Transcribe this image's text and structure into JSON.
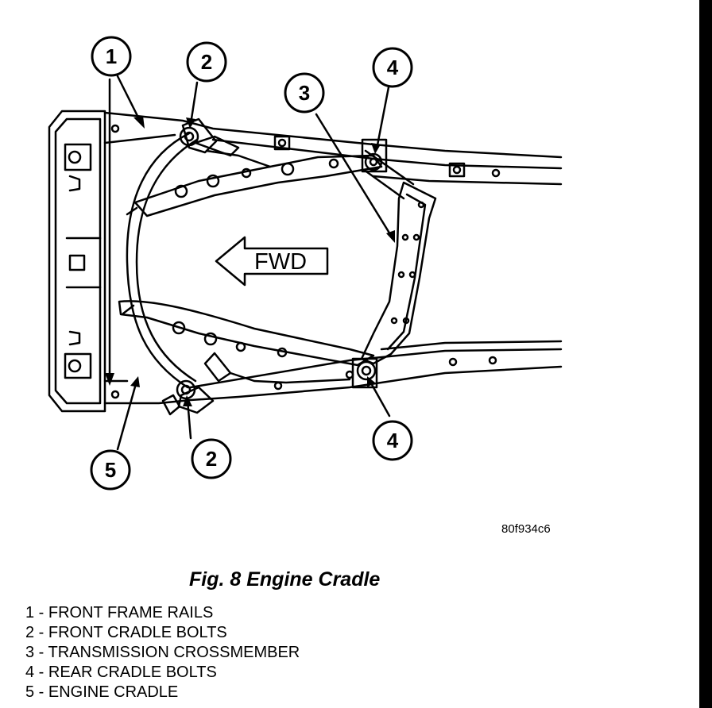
{
  "figure": {
    "caption": "Fig. 8 Engine Cradle",
    "image_code": "80f934c6",
    "direction_label": "FWD"
  },
  "callouts": [
    {
      "number": "1"
    },
    {
      "number": "2"
    },
    {
      "number": "3"
    },
    {
      "number": "4"
    },
    {
      "number": "2"
    },
    {
      "number": "4"
    },
    {
      "number": "5"
    }
  ],
  "legend": [
    "1 - FRONT FRAME RAILS",
    "2 - FRONT CRADLE BOLTS",
    "3 - TRANSMISSION CROSSMEMBER",
    "4 - REAR CRADLE BOLTS",
    "5 - ENGINE CRADLE"
  ]
}
